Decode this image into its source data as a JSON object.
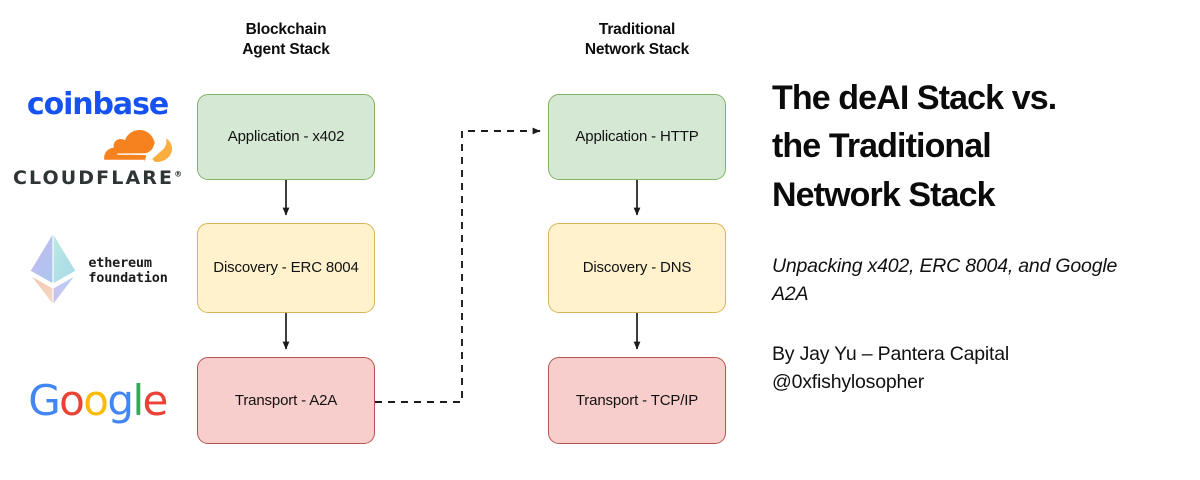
{
  "diagram": {
    "columns": [
      {
        "title": "Blockchain\nAgent Stack",
        "title_line1": "Blockchain",
        "title_line2": "Agent Stack"
      },
      {
        "title": "Traditional\nNetwork Stack",
        "title_line1": "Traditional",
        "title_line2": "Network Stack"
      }
    ],
    "blockchain_stack": [
      {
        "label": "Application - x402",
        "color": "#d5e8d4",
        "border": "#82b366",
        "layer": "application"
      },
      {
        "label": "Discovery - ERC 8004",
        "color": "#fff2cc",
        "border": "#d6b656",
        "layer": "discovery"
      },
      {
        "label": "Transport - A2A",
        "color": "#f8cecc",
        "border": "#b85450",
        "layer": "transport"
      }
    ],
    "traditional_stack": [
      {
        "label": "Application - HTTP",
        "color": "#d5e8d4",
        "border": "#82b366",
        "layer": "application"
      },
      {
        "label": "Discovery - DNS",
        "color": "#fff2cc",
        "border": "#d6b656",
        "layer": "discovery"
      },
      {
        "label": "Transport - TCP/IP",
        "color": "#f8cecc",
        "border": "#b85450",
        "layer": "transport"
      }
    ],
    "cross_connector": {
      "style": "dashed",
      "from": "Transport - A2A",
      "to": "Application - HTTP"
    }
  },
  "logos": [
    {
      "name": "coinbase-logo",
      "text": "coinbase",
      "color": "#1652f0"
    },
    {
      "name": "cloudflare-logo",
      "text": "CLOUDFLARE",
      "color": "#f6821f"
    },
    {
      "name": "ethereum-foundation-logo",
      "line1": "ethereum",
      "line2": "foundation"
    },
    {
      "name": "google-logo",
      "letters": [
        "G",
        "o",
        "o",
        "g",
        "l",
        "e"
      ]
    }
  ],
  "article": {
    "headline": "The deAI Stack vs. the Traditional Network Stack",
    "subheadline": "Unpacking x402, ERC 8004, and Google A2A",
    "byline": "By Jay Yu – Pantera Capital",
    "handle": "@0xfishylosopher"
  }
}
